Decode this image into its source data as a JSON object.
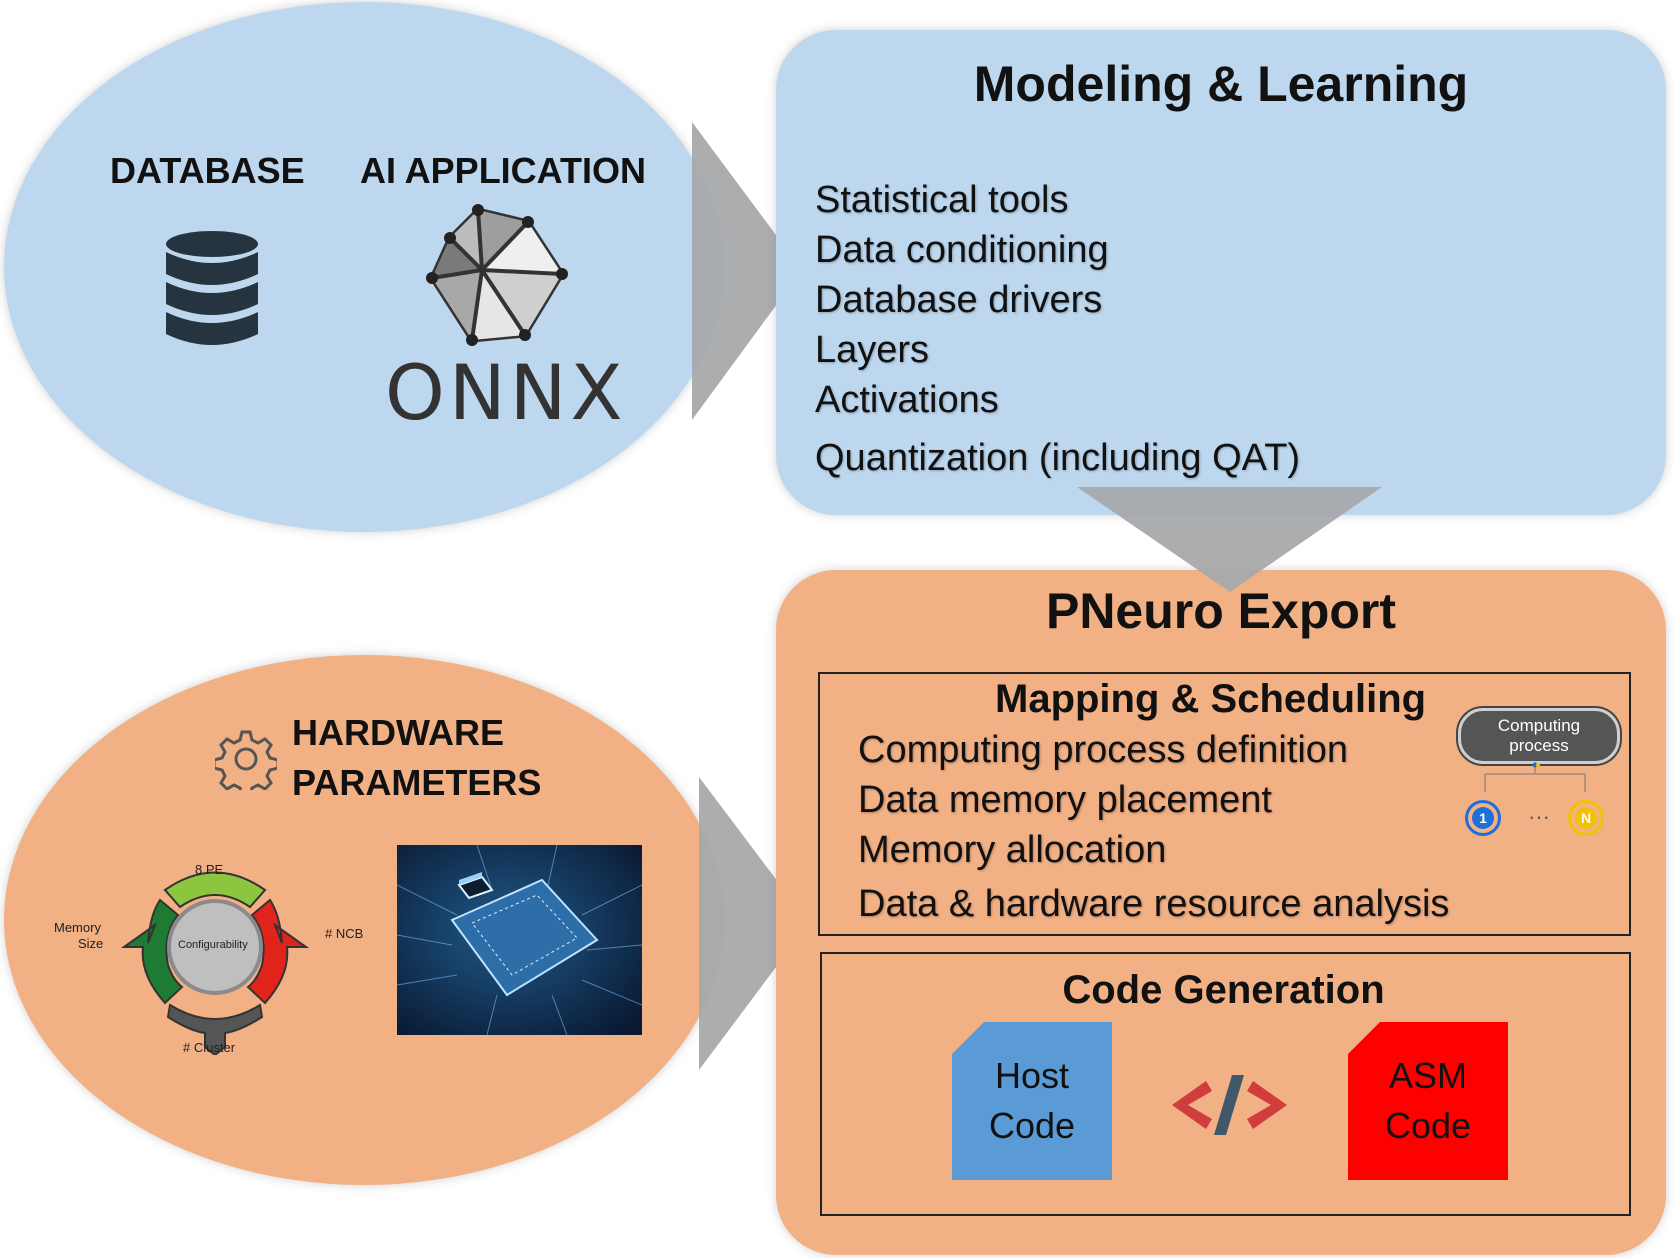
{
  "database": {
    "label": "DATABASE"
  },
  "ai_app": {
    "label": "AI APPLICATION",
    "logo_text": "ONNX"
  },
  "modeling": {
    "title": "Modeling & Learning",
    "items": [
      "Statistical tools",
      "Data conditioning",
      "Database drivers",
      "Layers",
      "Activations",
      "Quantization (including QAT)"
    ]
  },
  "hardware": {
    "line1": "HARDWARE",
    "line2": "PARAMETERS",
    "wheel": {
      "top": "8 PE",
      "center": "Configurability",
      "left_line1": "Memory",
      "left_line2": "Size",
      "right": "# NCB",
      "bottom": "# Cluster"
    }
  },
  "export": {
    "title": "PNeuro Export",
    "mapping": {
      "title": "Mapping & Scheduling",
      "items": [
        "Computing process definition",
        "Data memory placement",
        "Memory allocation",
        "Data & hardware resource analysis"
      ],
      "process_line1": "Computing",
      "process_line2": "process",
      "node_first": "1",
      "node_dots": "···",
      "node_last": "N"
    },
    "codegen": {
      "title": "Code Generation",
      "host_line1": "Host",
      "host_line2": "Code",
      "asm_line1": "ASM",
      "asm_line2": "Code"
    }
  },
  "colors": {
    "blue_fill": "#bdd7ee",
    "orange_fill": "#f2b085",
    "host_doc": "#5b9bd5",
    "asm_doc": "#ff0000",
    "arrow": "#a6a9ab"
  }
}
